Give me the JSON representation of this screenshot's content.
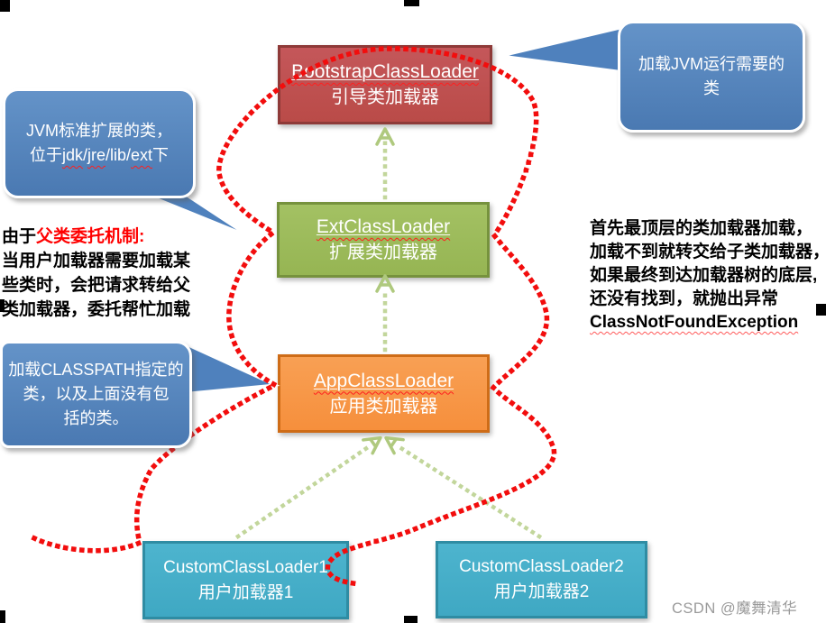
{
  "boxes": {
    "bootstrap": {
      "title": "BootstrapClassLoader",
      "subtitle": "引导类加载器"
    },
    "ext": {
      "title": "ExtClassLoader",
      "subtitle": "扩展类加载器"
    },
    "app": {
      "title": "AppClassLoader",
      "subtitle": "应用类加载器"
    },
    "custom1": {
      "title": "CustomClassLoader1",
      "subtitle": "用户加载器1"
    },
    "custom2": {
      "title": "CustomClassLoader2",
      "subtitle": "用户加载器2"
    }
  },
  "bubbles": {
    "jvm_core": {
      "line1": "加载JVM运行需要的",
      "line2": "类"
    },
    "ext_note": {
      "line1": "JVM标准扩展的类，",
      "line2_prefix": "位于",
      "word1": "jdk",
      "sep1": "/",
      "word2": "jre",
      "sep2": "/lib/",
      "word3": "ext",
      "line2_suffix": "下"
    },
    "classpath": {
      "line1": "加载CLASSPATH指定的",
      "line2": "类，以及上面没有包",
      "line3": "括的类。"
    }
  },
  "notes": {
    "delegation": {
      "prefix": "由于",
      "highlight": "父类委托机制:",
      "line2": "当用户加载器需要加载某",
      "line3": "些类时，会把请求转给父",
      "line4": "类加载器，委托帮忙加载"
    },
    "lookup": {
      "line1": "首先最顶层的类加载器加载，",
      "line2": "加载不到就转交给子类加载器，",
      "line3": "如果最终到达加载器树的底层,",
      "line4": "还没有找到，就抛出异常",
      "line5": "ClassNotFoundException"
    }
  },
  "watermark": "CSDN @魔舞清华",
  "colors": {
    "bubble_blue": "#4F81BD",
    "box_red": "#C0504D",
    "box_red_border": "#8E3A38",
    "box_green": "#9BBB59",
    "box_green_border": "#76923D",
    "box_orange": "#F79646",
    "box_orange_border": "#CE6C17",
    "box_teal": "#44AEC9",
    "box_teal_border": "#2F8CA3",
    "arrow_green": "#C2D69B",
    "curve_red": "#F20D0D",
    "highlight_red": "#FF0000",
    "watermark_gray": "#9A9A9A"
  }
}
